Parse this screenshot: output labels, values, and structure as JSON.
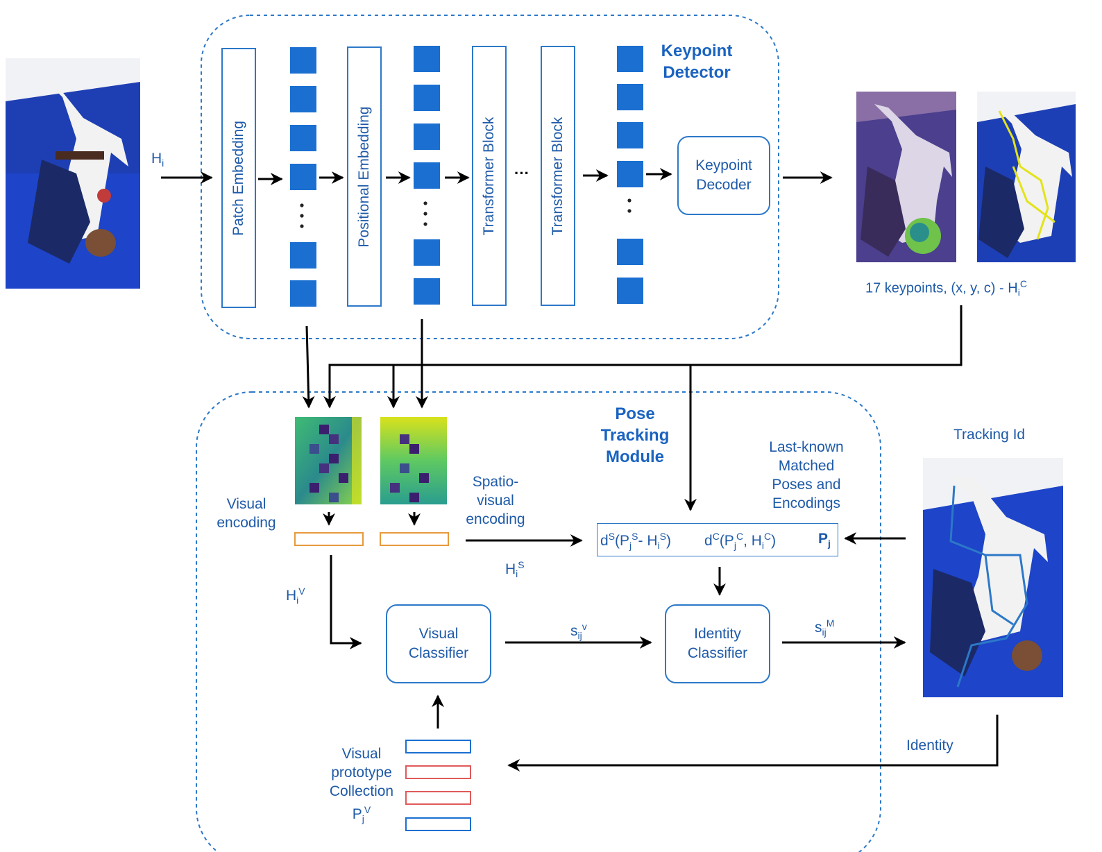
{
  "keypoint_detector": {
    "title_line1": "Keypoint",
    "title_line2": "Detector",
    "patch_embedding": "Patch Embedding",
    "positional_embedding": "Positional Embedding",
    "transformer_block_1": "Transformer Block",
    "transformer_block_2": "Transformer Block",
    "ellipsis": "···",
    "keypoint_decoder_line1": "Keypoint",
    "keypoint_decoder_line2": "Decoder"
  },
  "input_label": "Hi",
  "keypoints_caption": "17 keypoints, (x, y, c) - HiC",
  "pose_tracking": {
    "title_line1": "Pose",
    "title_line2": "Tracking",
    "title_line3": "Module",
    "visual_encoding_line1": "Visual",
    "visual_encoding_line2": "encoding",
    "spatio_visual_line1": "Spatio-",
    "spatio_visual_line2": "visual",
    "spatio_visual_line3": "encoding",
    "hs_label": "HiS",
    "hv_label": "HiV",
    "visual_classifier_line1": "Visual",
    "visual_classifier_line2": "Classifier",
    "identity_classifier_line1": "Identity",
    "identity_classifier_line2": "Classifier",
    "sv_label": "sijv",
    "sm_label": "sijM",
    "last_known_line1": "Last-known",
    "last_known_line2": "Matched",
    "last_known_line3": "Poses and",
    "last_known_line4": "Encodings",
    "distance_spatial": "dS(PjS- HiS)",
    "distance_keypoint": "dC(PjC, HiC)",
    "pj_label": "Pj",
    "prototype_line1": "Visual",
    "prototype_line2": "prototype",
    "prototype_line3": "Collection",
    "prototype_line4": "PjV"
  },
  "tracking_id_label": "Tracking Id",
  "identity_label": "Identity",
  "colors": {
    "accent": "#1a6fd1",
    "stroke": "#2c78c8",
    "text": "#1e5aa8",
    "token": "#1a6fd1",
    "orange": "#e89a3c",
    "red": "#e05a5a",
    "arrow": "#000000"
  }
}
